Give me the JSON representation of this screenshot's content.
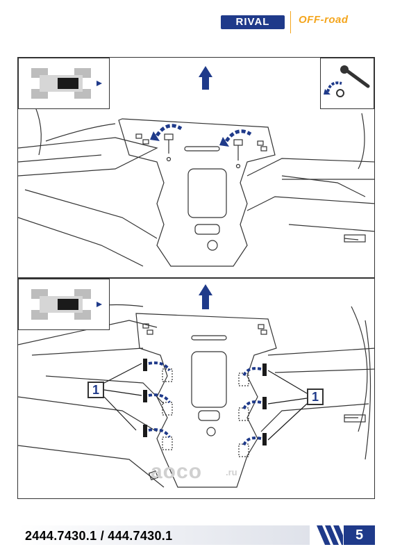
{
  "header": {
    "brand_logo_text": "RIVAL",
    "sub_brand_text": "OFF-road"
  },
  "panels": [
    {
      "callouts": []
    },
    {
      "callouts": [
        {
          "label": "1"
        },
        {
          "label": "1"
        }
      ]
    }
  ],
  "watermark": {
    "text": "aoco",
    "tld": ".ru"
  },
  "footer": {
    "part_number": "2444.7430.1 / 444.7430.1",
    "page_number": "5"
  },
  "colors": {
    "brand_blue": "#1f3a8a",
    "accent_orange": "#f4a51c",
    "outline": "#333333"
  }
}
